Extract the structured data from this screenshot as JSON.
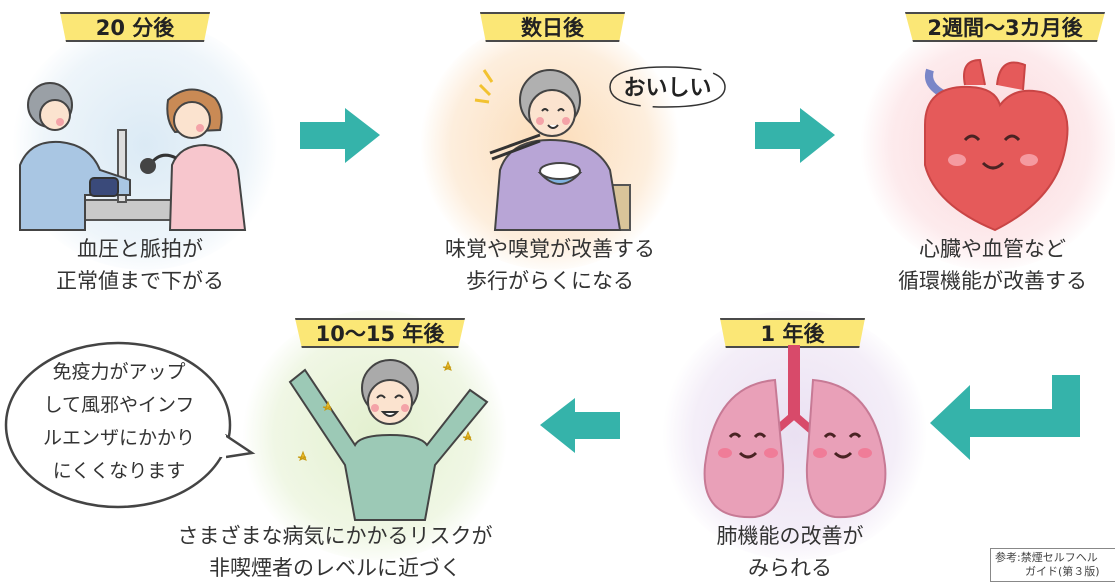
{
  "stages": [
    {
      "time": "20 分後",
      "caption_line1": "血圧と脈拍が",
      "caption_line2": "正常値まで下がる"
    },
    {
      "time": "数日後",
      "caption_line1": "味覚や嗅覚が改善する",
      "caption_line2": "歩行がらくになる"
    },
    {
      "time": "2週間〜3カ月後",
      "caption_line1": "心臓や血管など",
      "caption_line2": "循環機能が改善する"
    },
    {
      "time": "1 年後",
      "caption_line1": "肺機能の改善が",
      "caption_line2": "みられる"
    },
    {
      "time": "10〜15 年後",
      "caption_line1": "さまざまな病気にかかるリスクが",
      "caption_line2": "非喫煙者のレベルに近づく"
    }
  ],
  "speech_taste": "おいしい",
  "bubble_lines": [
    "免疫力がアップ",
    "して風邪やインフ",
    "ルエンザにかかり",
    "にくくなります"
  ],
  "reference_line1": "参考:禁煙セルフヘル",
  "reference_line2": "ガイド(第３版)",
  "colors": {
    "banner": "#fbe776",
    "arrow": "#35b3aa",
    "heart": "#e55a5a",
    "lungs": "#e9a0b8"
  }
}
